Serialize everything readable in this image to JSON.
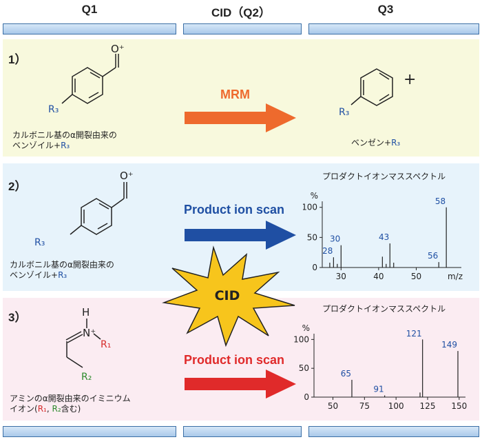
{
  "headers": {
    "q1": "Q1",
    "cid": "CID（Q2）",
    "q3": "Q3"
  },
  "row1": {
    "num": "1）",
    "caption_line1": "カルボニル基のα開裂由来の",
    "caption_line2": "ベンゾイル+",
    "caption_r": "R₃",
    "arrow_label": "MRM",
    "product_caption": "ベンゼン+",
    "product_r": "R₃",
    "left_r": "R₃",
    "right_r": "R₃",
    "o_plus": "O⁺",
    "cation": "+"
  },
  "row2": {
    "num": "2）",
    "caption_line1": "カルボニル基のα開裂由来の",
    "caption_line2": "ベンゾイル+",
    "caption_r": "R₃",
    "arrow_label": "Product ion scan",
    "left_r": "R₃",
    "o_plus": "O⁺",
    "spectrum_title": "プロダクトイオンマススペクトル"
  },
  "row3": {
    "num": "3）",
    "caption_line1": "アミンのα開裂由来のイミニウム",
    "caption_pre": "イオン(",
    "caption_r1": "R₁",
    "caption_sep": ", ",
    "caption_r2": "R₂",
    "caption_post": "含む)",
    "arrow_label": "Product ion scan",
    "h_label": "H",
    "n_label": "N⁺",
    "r1_label": "R₁",
    "r2_label": "R₂",
    "spectrum_title": "プロダクトイオンマススペクトル"
  },
  "cid_burst": "CID",
  "colors": {
    "row1_bg": "#f8f9dd",
    "row2_bg": "#e7f3fb",
    "row3_bg": "#fbecf2",
    "mrm_arrow": "#ee6a2d",
    "scan2_arrow": "#1f4fa3",
    "scan3_arrow": "#e02a2a",
    "burst": "#f7c51c"
  },
  "chart_data": [
    {
      "type": "bar",
      "title": "プロダクトイオンマススペクトル",
      "ylabel": "%",
      "xlabel": "m/z",
      "xlim": [
        25,
        62
      ],
      "ylim": [
        0,
        110
      ],
      "xticks": [
        30,
        40,
        50
      ],
      "yticks": [
        0,
        50,
        100
      ],
      "peaks": [
        {
          "x": 27,
          "y": 8
        },
        {
          "x": 28,
          "y": 17,
          "label": "28"
        },
        {
          "x": 29,
          "y": 6
        },
        {
          "x": 30,
          "y": 37,
          "label": "30"
        },
        {
          "x": 41,
          "y": 18
        },
        {
          "x": 42,
          "y": 6
        },
        {
          "x": 43,
          "y": 40,
          "label": "43"
        },
        {
          "x": 44,
          "y": 8
        },
        {
          "x": 56,
          "y": 9,
          "label": "56"
        },
        {
          "x": 58,
          "y": 100,
          "label": "58"
        }
      ]
    },
    {
      "type": "bar",
      "title": "プロダクトイオンマススペクトル",
      "ylabel": "%",
      "xlim": [
        35,
        155
      ],
      "ylim": [
        0,
        110
      ],
      "xticks": [
        50,
        75,
        100,
        125,
        150
      ],
      "yticks": [
        0,
        50,
        100
      ],
      "peaks": [
        {
          "x": 65,
          "y": 30,
          "label": "65"
        },
        {
          "x": 91,
          "y": 3,
          "label": "91"
        },
        {
          "x": 119,
          "y": 8
        },
        {
          "x": 121,
          "y": 100,
          "label": "121"
        },
        {
          "x": 149,
          "y": 80,
          "label": "149"
        }
      ]
    }
  ]
}
